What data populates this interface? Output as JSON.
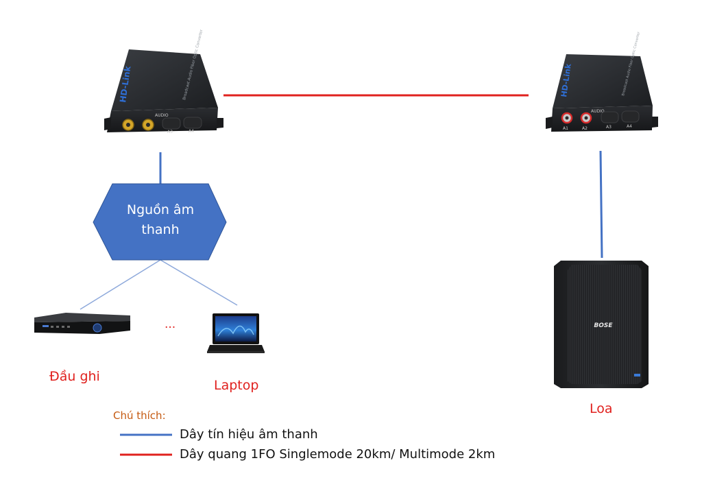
{
  "source_node": {
    "label_line1": "Nguồn âm",
    "label_line2": "thanh"
  },
  "devices": {
    "tx_brand": "HD-Link",
    "rx_brand": "HD-Link",
    "tx_side_text": "Broadcast Audio Fiber Optic Converter",
    "rx_side_text": "Broadcast Audio Fiber Optic Converter",
    "tx_ports": {
      "audio": "AUDIO",
      "a3": "A3",
      "a4": "A4"
    },
    "rx_ports": {
      "audio": "AUDIO",
      "a1": "A1",
      "a2": "A2",
      "a3": "A3",
      "a4": "A4"
    },
    "speaker_brand": "BOSE"
  },
  "labels": {
    "recorder": "Đầu ghi",
    "ellipsis": "...",
    "laptop": "Laptop",
    "speaker": "Loa"
  },
  "legend": {
    "title": "Chú thích:",
    "items": [
      {
        "color": "#4472c4",
        "text": "Dây tín hiệu âm thanh"
      },
      {
        "color": "#e0211e",
        "text": "Dây quang 1FO Singlemode 20km/ Multimode 2km"
      }
    ]
  },
  "colors": {
    "signal_line": "#4472c4",
    "fiber_line": "#e0211e",
    "hex_fill": "#4472c4",
    "thin_line": "#8ea9db",
    "label_red": "#e0211e"
  }
}
